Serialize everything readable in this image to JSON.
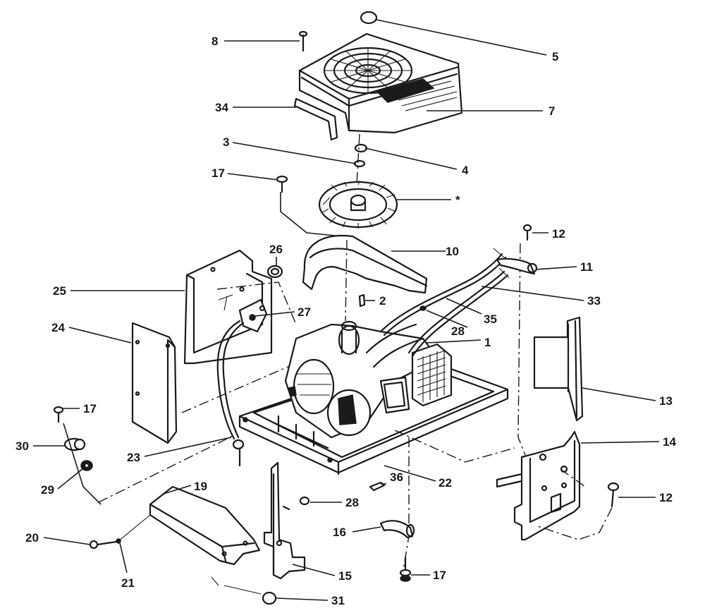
{
  "callouts": {
    "c1": "1",
    "c2": "2",
    "c3": "3",
    "c4": "4",
    "c5": "5",
    "c7": "7",
    "c8": "8",
    "c10": "10",
    "c11": "11",
    "c12a": "12",
    "c12b": "12",
    "c13": "13",
    "c14": "14",
    "c15": "15",
    "c16": "16",
    "c17a": "17",
    "c17b": "17",
    "c17c": "17",
    "c19": "19",
    "c20": "20",
    "c21": "21",
    "c22": "22",
    "c23": "23",
    "c24": "24",
    "c25": "25",
    "c26": "26",
    "c27": "27",
    "c28a": "28",
    "c28b": "28",
    "c29": "29",
    "c30": "30",
    "c31": "31",
    "c33": "33",
    "c34": "34",
    "c35": "35",
    "c36": "36",
    "cstar": "*"
  }
}
